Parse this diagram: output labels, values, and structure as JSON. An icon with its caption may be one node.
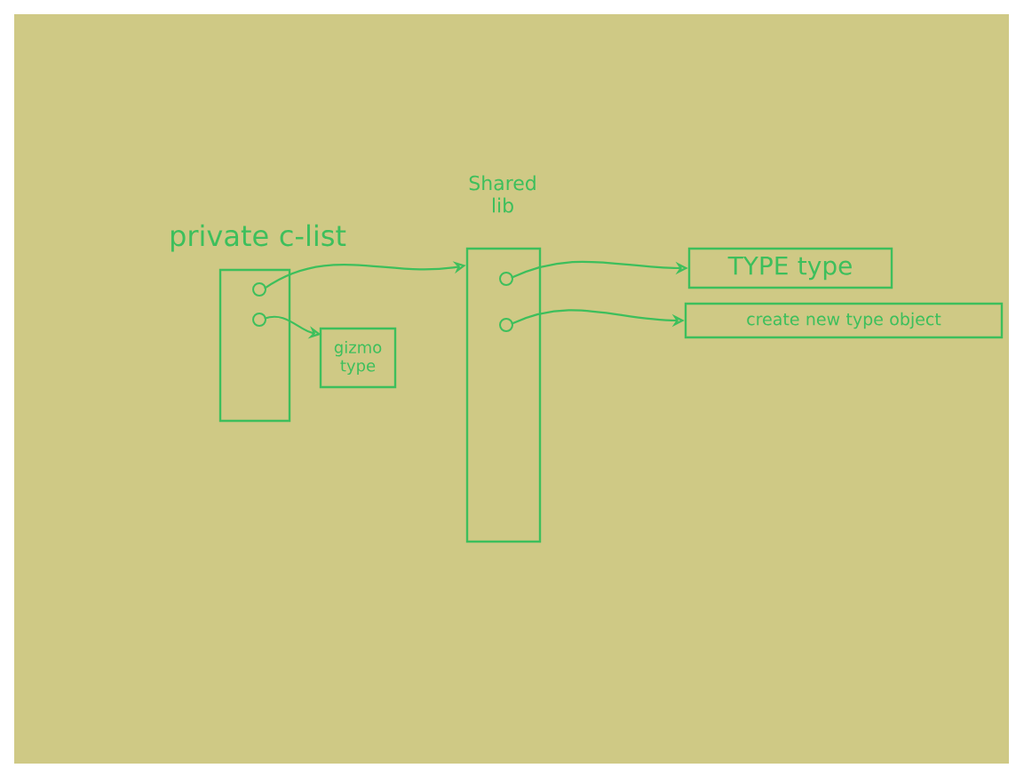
{
  "diagram": {
    "nodes": [
      {
        "text": [
          "private c-list"
        ]
      },
      {
        "text": [
          "Shared lib"
        ]
      },
      {
        "text": [
          "gizmo type"
        ]
      },
      {
        "text": [
          "TYPE type"
        ]
      },
      {
        "text": [
          "create new type object"
        ]
      }
    ],
    "edges": [
      {
        "from": 0,
        "to": 1,
        "arrow": "to"
      },
      {
        "from": 0,
        "to": 2,
        "arrow": "to"
      },
      {
        "from": 1,
        "to": 3,
        "arrow": "to"
      },
      {
        "from": 1,
        "to": 4,
        "arrow": "to"
      }
    ]
  }
}
